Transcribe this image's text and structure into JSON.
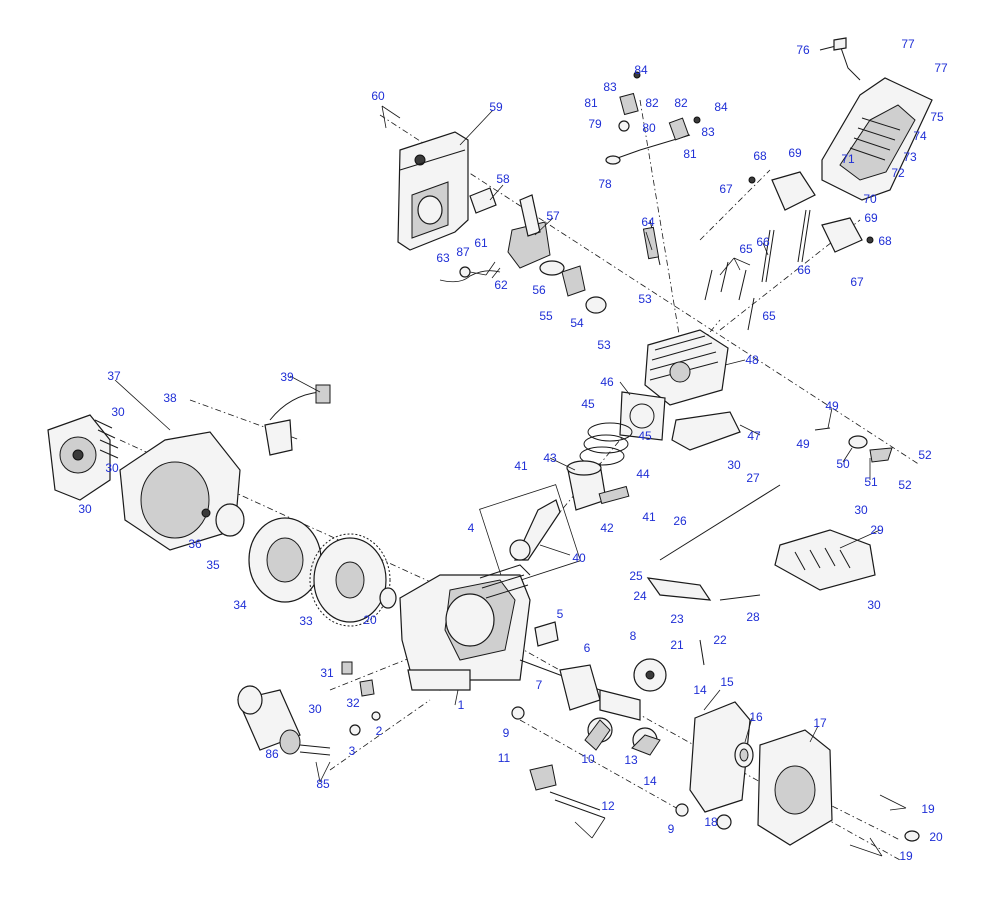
{
  "diagram": {
    "callouts": [
      "1",
      "2",
      "3",
      "4",
      "5",
      "6",
      "7",
      "8",
      "9",
      "9",
      "10",
      "11",
      "12",
      "13",
      "14",
      "14",
      "15",
      "16",
      "17",
      "18",
      "19",
      "19",
      "20",
      "20",
      "21",
      "22",
      "23",
      "24",
      "25",
      "26",
      "27",
      "28",
      "29",
      "30",
      "30",
      "30",
      "30",
      "30",
      "30",
      "30",
      "31",
      "32",
      "33",
      "34",
      "35",
      "36",
      "37",
      "38",
      "39",
      "40",
      "41",
      "41",
      "42",
      "43",
      "44",
      "45",
      "45",
      "46",
      "47",
      "48",
      "49",
      "49",
      "50",
      "51",
      "52",
      "52",
      "53",
      "53",
      "54",
      "55",
      "56",
      "57",
      "58",
      "59",
      "60",
      "61",
      "62",
      "63",
      "64",
      "65",
      "65",
      "66",
      "66",
      "67",
      "67",
      "68",
      "68",
      "69",
      "69",
      "70",
      "71",
      "72",
      "73",
      "74",
      "75",
      "76",
      "77",
      "77",
      "78",
      "79",
      "80",
      "81",
      "81",
      "82",
      "82",
      "83",
      "83",
      "84",
      "84",
      "85",
      "86",
      "87"
    ]
  },
  "colors": {
    "callout": "#1f2fd6",
    "line": "#1a1a1a"
  }
}
